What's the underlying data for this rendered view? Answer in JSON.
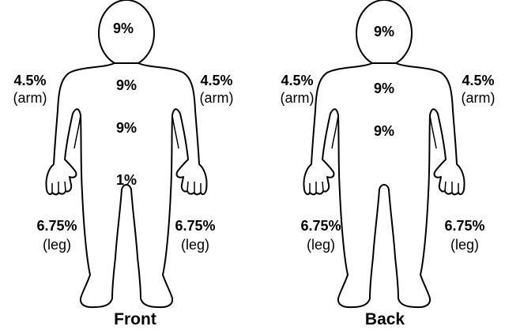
{
  "front": {
    "caption": "Front",
    "head": "9%",
    "chest": "9%",
    "abdomen": "9%",
    "groin": "1%",
    "left_arm": {
      "value": "4.5%",
      "label": "(arm)"
    },
    "right_arm": {
      "value": "4.5%",
      "label": "(arm)"
    },
    "left_leg": {
      "value": "6.75%",
      "label": "(leg)"
    },
    "right_leg": {
      "value": "6.75%",
      "label": "(leg)"
    }
  },
  "back": {
    "caption": "Back",
    "head": "9%",
    "upper_back": "9%",
    "lower_back": "9%",
    "left_arm": {
      "value": "4.5%",
      "label": "(arm)"
    },
    "right_arm": {
      "value": "4.5%",
      "label": "(arm)"
    },
    "left_leg": {
      "value": "6.75%",
      "label": "(leg)"
    },
    "right_leg": {
      "value": "6.75%",
      "label": "(leg)"
    }
  },
  "colors": {
    "outline": "#000000",
    "background": "#ffffff"
  }
}
